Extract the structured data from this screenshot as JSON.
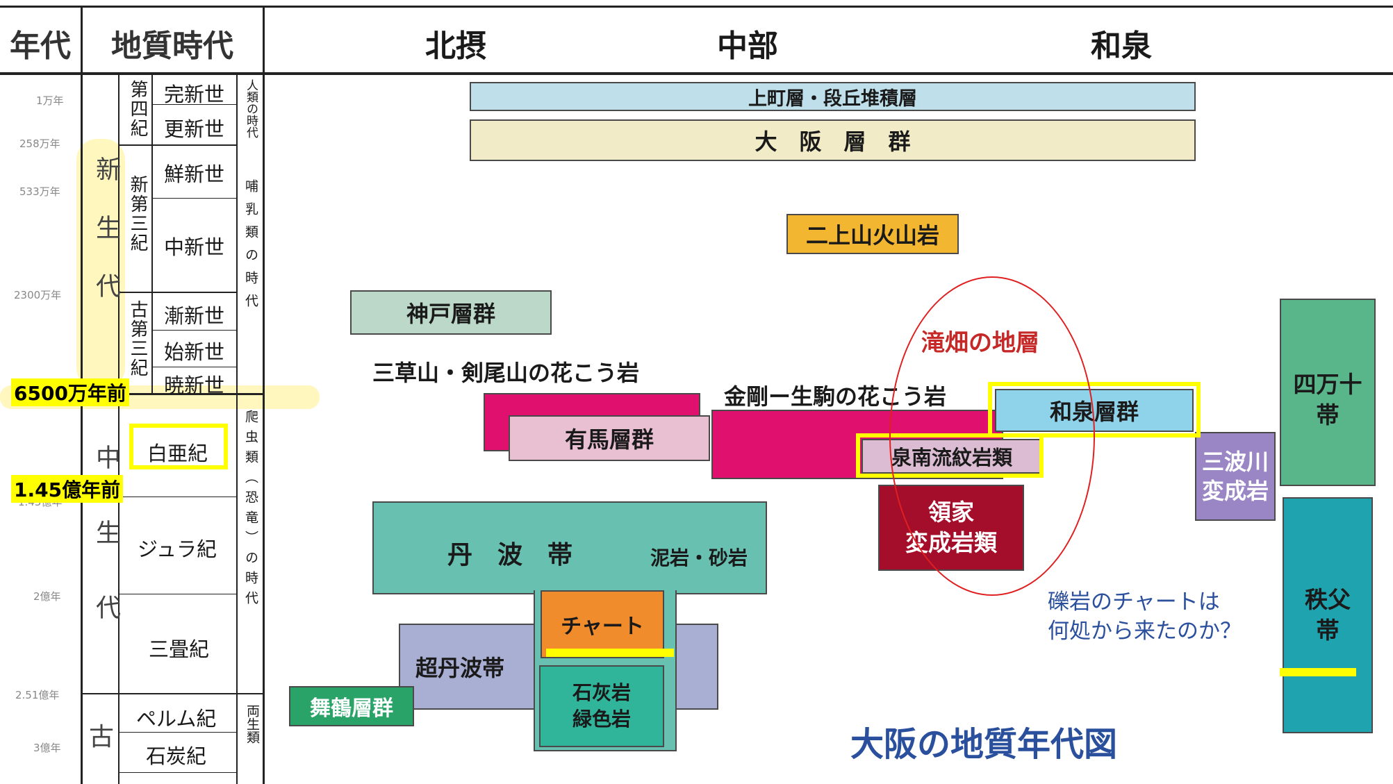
{
  "header": {
    "col_age": "年代",
    "col_period": "地質時代",
    "region_north": "北摂",
    "region_central": "中部",
    "region_izumi": "和泉"
  },
  "age_ticks": [
    "1万年",
    "258万年",
    "533万年",
    "2300万年",
    "1.45億年",
    "2億年",
    "2.51億年",
    "3億年"
  ],
  "eras": {
    "cenozoic": "新生代",
    "mesozoic": "中生代",
    "paleozoic": "古"
  },
  "periods": {
    "quaternary": "第四紀",
    "neogene": "新第三紀",
    "paleogene": "古第三紀",
    "cretaceous": "白亜紀",
    "jurassic": "ジュラ紀",
    "triassic": "三畳紀",
    "permian": "ペルム紀",
    "carboniferous": "石炭紀"
  },
  "epochs": {
    "holocene": "完新世",
    "pleistocene": "更新世",
    "pliocene": "鮮新世",
    "miocene": "中新世",
    "oligocene": "漸新世",
    "eocene": "始新世",
    "paleocene": "暁新世"
  },
  "life_ages": {
    "human": "人類の時代",
    "mammal": "哺乳類の時代",
    "reptile": "爬虫類（恐竜）の時代",
    "amphibian": "両生類"
  },
  "annotations": {
    "age_65ma": "6500万年前",
    "age_145ma": "1.45億年前",
    "takihata_label": "滝畑の地層",
    "question": "礫岩のチャートは\n何処から来たのか？",
    "title": "大阪の地質年代図"
  },
  "units": {
    "uemachi": "上町層・段丘堆積層",
    "osaka_group": "大　阪　層　群",
    "nijosan": "二上山火山岩",
    "kobe": "神戸層群",
    "mikusa_label": "三草山・剣尾山の花こう岩",
    "kongo_label": "金剛ー生駒の花こう岩",
    "arima": "有馬層群",
    "izumi": "和泉層群",
    "sennan": "泉南流紋岩類",
    "ryoke": "領家\n変成岩類",
    "sanbagawa": "三波川\n変成岩",
    "shimanto": "四万十\n帯",
    "chichibu": "秩父\n帯",
    "tanba": "丹　波　帯",
    "tanba_sub": "泥岩・砂岩",
    "chert": "チャート",
    "limestone": "石灰岩\n緑色岩",
    "ultra_tanba": "超丹波帯",
    "maizuru": "舞鶴層群"
  },
  "colors": {
    "uemachi": "#bfe0ea",
    "osaka_group": "#f1ecc7",
    "nijosan": "#f2b630",
    "kobe": "#bcd8c8",
    "granite_magenta": "#e0116e",
    "arima": "#e9bfd2",
    "izumi": "#8fd3ea",
    "sennan": "#dbbcd2",
    "ryoke": "#a50e2a",
    "sanbagawa": "#9a86c4",
    "shimanto": "#59b58a",
    "chichibu": "#1fa3ae",
    "tanba": "#67c0b0",
    "chert": "#f08c2c",
    "limestone": "#30b49a",
    "ultra_tanba": "#a9aed3",
    "maizuru": "#2aa368",
    "highlight_yellow": "#ffff00",
    "circle_red": "#e02020",
    "takihata_text": "#c62828",
    "blue_text": "#2a4f9c"
  }
}
